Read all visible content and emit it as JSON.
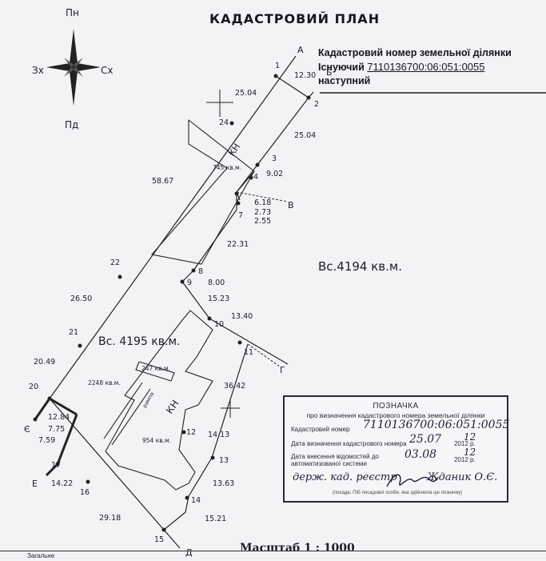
{
  "title": "КАДАСТРОВИЙ ПЛАН",
  "cadastral": {
    "label": "Кадастровий номер земельної ділянки",
    "existing_label": "Існуючий",
    "existing_number": "7110136700:06:051:0055",
    "next_label": "наступний"
  },
  "compass": {
    "north": "Пн",
    "south": "Пд",
    "west": "Зх",
    "east": "Сх"
  },
  "areas": {
    "main": "Вс.4194 кв.м.",
    "left": "Вс. 4195 кв.м.",
    "kn_top": "745 кв.м.",
    "b247": "247 кв.м.",
    "b2248": "2248 кв.м.",
    "b954": "954 кв.м.",
    "kn": "КН",
    "ramp": "рампа"
  },
  "corner_letters": {
    "A": "А",
    "B": "Б",
    "V": "В",
    "G": "Г",
    "D": "Д",
    "E": "Е",
    "Ye": "Є"
  },
  "point_numbers": [
    "1",
    "2",
    "3",
    "4",
    "7",
    "8",
    "9",
    "10",
    "11",
    "12",
    "13",
    "14",
    "15",
    "16",
    "17",
    "20",
    "21",
    "22",
    "24"
  ],
  "dimensions": {
    "d1_2": "12.30",
    "d24_top": "25.04",
    "d2_3": "25.04",
    "d4_v": "9.02",
    "d6_18": "6.18",
    "d2_73": "2.73",
    "d2_55": "2.55",
    "d58_67": "58.67",
    "d22_31": "22.31",
    "d8_00": "8.00",
    "d15_23": "15.23",
    "d13_40": "13.40",
    "d26_50": "26.50",
    "d20_49": "20.49",
    "d36_42": "36.42",
    "d14_13": "14.13",
    "d13_63": "13.63",
    "d15_21": "15.21",
    "d29_18": "29.18",
    "d14_22": "14.22",
    "d12_84": "12.84",
    "d7_75": "7.75",
    "d7_59": "7.59"
  },
  "note": {
    "heading": "ПОЗНАЧКА",
    "subheading": "про визначення кадастрового номера земельної ділянки",
    "cad_label": "Кадастровий номер",
    "cad_value": "7110136700:06:051:0055",
    "date_label": "Дата визначення кадастрового номера",
    "date_value": "25.07",
    "year_suffix": "2012 р.",
    "year_hw": "12",
    "entry_label": "Дата внесення відомостей до",
    "entry_label2": "автоматизованої системи",
    "entry_value": "03.08",
    "position_hw": "держ. кад. реєстр",
    "name_hw": "Жданик О.Є.",
    "caption": "(посада, ПІБ посадової особи, яка здійснила цю позначку)"
  },
  "scale": "Масштаб 1 : 1000",
  "bottom_label": "Загальне"
}
